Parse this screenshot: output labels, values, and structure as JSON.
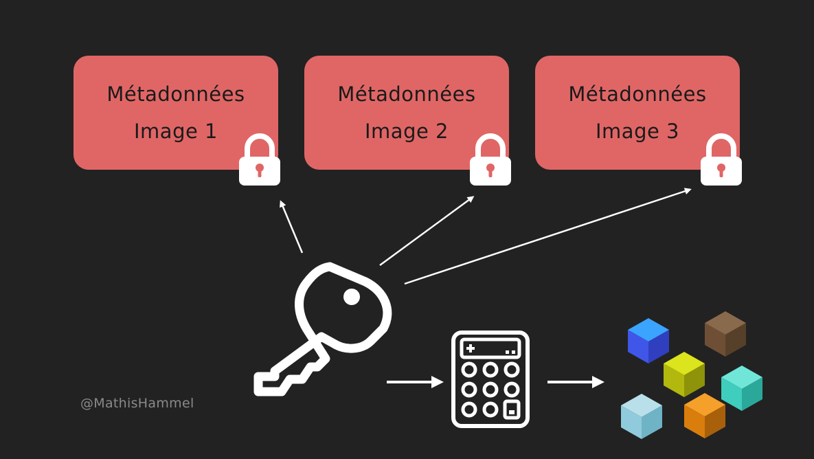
{
  "boxes": [
    {
      "title": "Métadonnées",
      "subtitle": "Image 1"
    },
    {
      "title": "Métadonnées",
      "subtitle": "Image 2"
    },
    {
      "title": "Métadonnées",
      "subtitle": "Image 3"
    }
  ],
  "watermark": "@MathisHammel",
  "colors": {
    "background": "#222222",
    "box": "#e06666",
    "text": "#1a1a1a",
    "icon": "#ffffff",
    "lock_keyhole": "#e06666",
    "watermark": "#8a8a8a"
  },
  "icons": {
    "lock": "lock-icon",
    "key": "key-icon",
    "calculator": "calculator-icon",
    "cubes": "cubes-icon"
  }
}
